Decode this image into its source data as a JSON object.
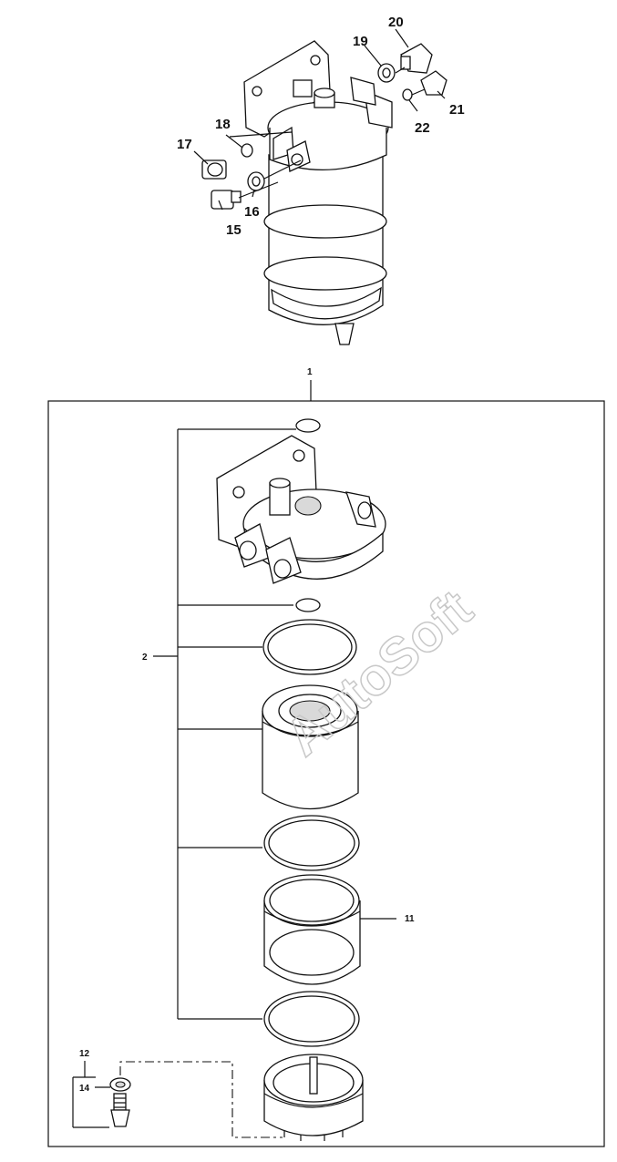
{
  "watermark": "AutoSoft",
  "callouts": {
    "c1": "1",
    "c2": "2",
    "c11": "11",
    "c12": "12",
    "c14": "14",
    "c15": "15",
    "c16": "16",
    "c17": "17",
    "c18": "18",
    "c19": "19",
    "c20": "20",
    "c21": "21",
    "c22": "22"
  },
  "colors": {
    "line": "#111111",
    "watermark": "#c8c8c8",
    "shade": "#d9d9d9"
  }
}
